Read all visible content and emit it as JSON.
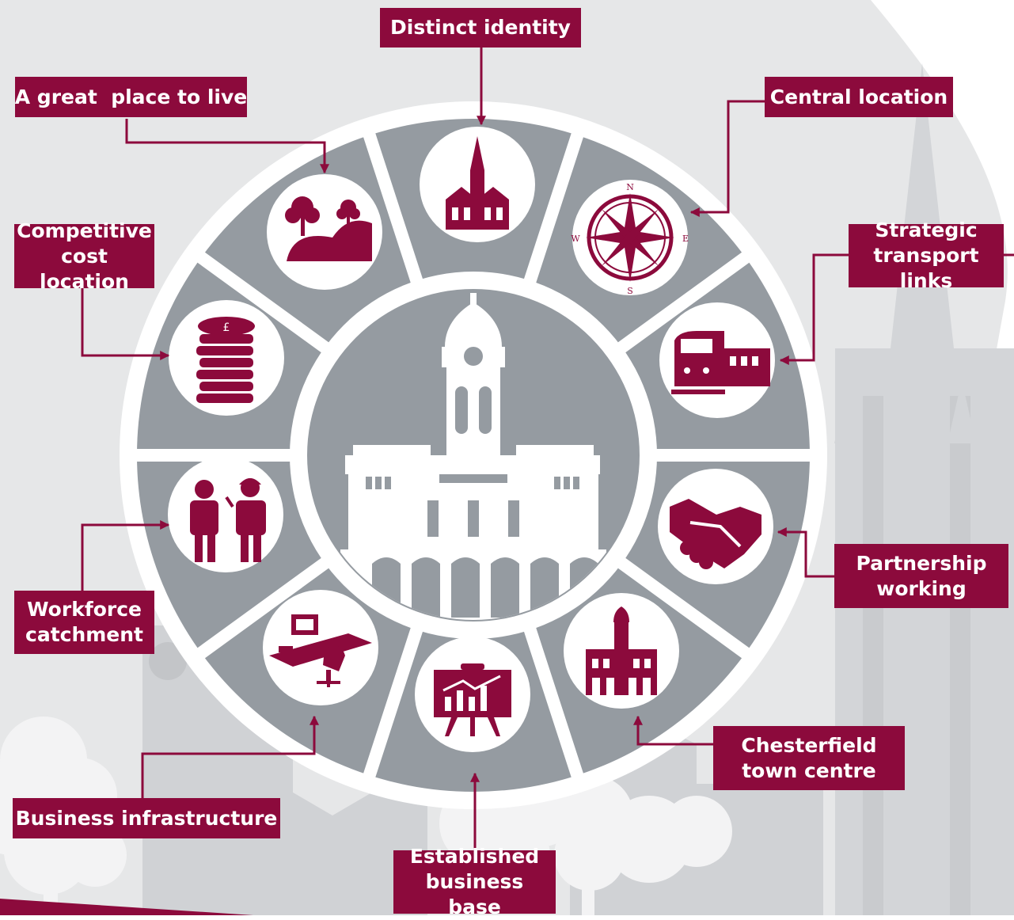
{
  "colors": {
    "accent": "#8c0a3c",
    "ring": "#959ba1",
    "background": "#e6e7e8",
    "silhouette": "#cfd1d4"
  },
  "center": {
    "icon": "town-hall-icon"
  },
  "segments": [
    {
      "key": "distinct-identity",
      "label": "Distinct identity",
      "icon": "church-spire-icon"
    },
    {
      "key": "central-location",
      "label": "Central location",
      "icon": "compass-rose-icon",
      "compass": {
        "n": "N",
        "e": "E",
        "s": "S",
        "w": "W"
      }
    },
    {
      "key": "strategic-transport-links",
      "label": "Strategic transport links",
      "icon": "train-icon"
    },
    {
      "key": "partnership-working",
      "label": "Partnership working",
      "icon": "handshake-icon"
    },
    {
      "key": "chesterfield-town-centre",
      "label": "Chesterfield town centre",
      "icon": "town-hall-small-icon"
    },
    {
      "key": "established-business-base",
      "label": "Established business base",
      "icon": "presentation-chart-icon"
    },
    {
      "key": "business-infrastructure",
      "label": "Business infrastructure",
      "icon": "office-desk-icon"
    },
    {
      "key": "workforce-catchment",
      "label": "Workforce catchment",
      "icon": "workers-icon"
    },
    {
      "key": "competitive-cost-location",
      "label": "Competitive cost location",
      "icon": "coin-stack-icon"
    },
    {
      "key": "great-place-to-live",
      "label": "A great  place to live",
      "icon": "trees-hills-icon"
    }
  ]
}
